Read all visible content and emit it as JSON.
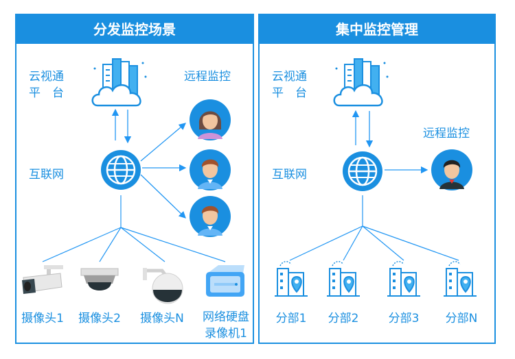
{
  "left": {
    "title": "分发监控场景",
    "cloud_line1": "云视通",
    "cloud_line2": "平　台",
    "internet": "互联网",
    "remote": "远程监控",
    "devices": [
      "摄像头1",
      "摄像头2",
      "摄像头N",
      "网络硬盘",
      "录像机1"
    ]
  },
  "right": {
    "title": "集中监控管理",
    "cloud_line1": "云视通",
    "cloud_line2": "平　台",
    "internet": "互联网",
    "remote": "远程监控",
    "branches": [
      "分部1",
      "分部2",
      "分部3",
      "分部N"
    ]
  },
  "colors": {
    "accent": "#1a8fe0",
    "line": "#2196f3",
    "avatar_bg": "#1a8fe0"
  }
}
